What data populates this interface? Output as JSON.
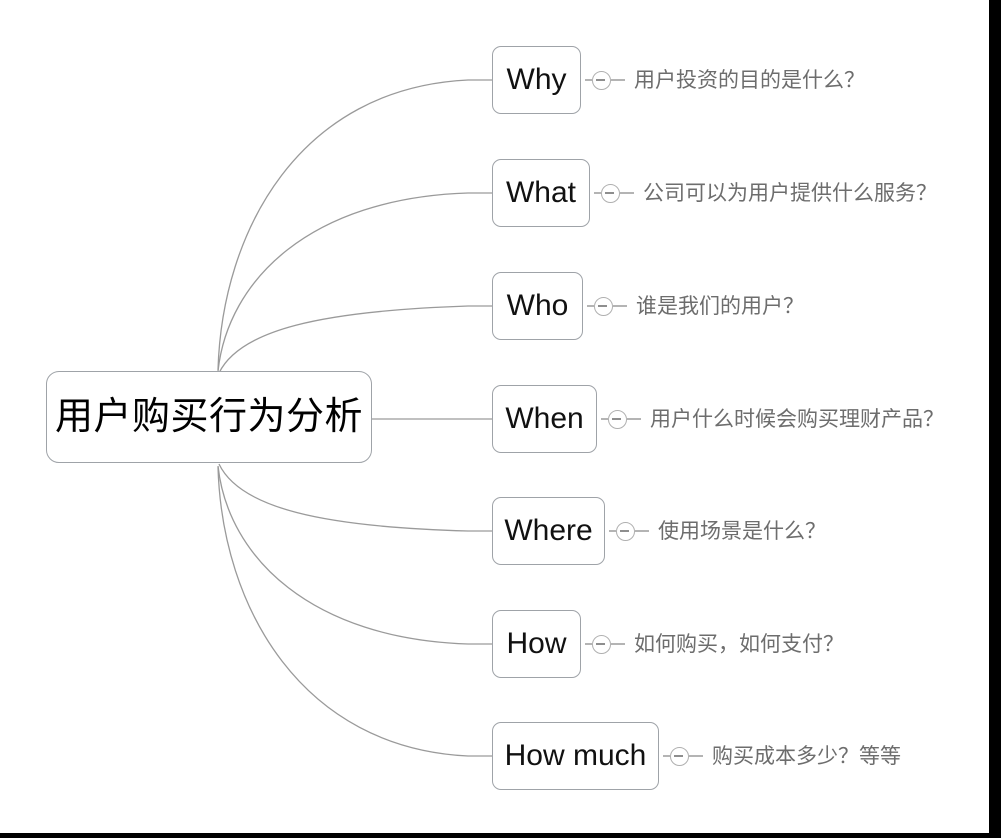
{
  "diagram": {
    "type": "mind-map",
    "title": "用户购买行为分析",
    "central_node": {
      "label": "用户购买行为分析"
    },
    "branches": [
      {
        "label": "Why",
        "description": "用户投资的目的是什么？",
        "toggle_icon": "minus-circle-icon",
        "toggle_state": "expanded"
      },
      {
        "label": "What",
        "description": "公司可以为用户提供什么服务？",
        "toggle_icon": "minus-circle-icon",
        "toggle_state": "expanded"
      },
      {
        "label": "Who",
        "description": "谁是我们的用户？",
        "toggle_icon": "minus-circle-icon",
        "toggle_state": "expanded"
      },
      {
        "label": "When",
        "description": "用户什么时候会购买理财产品？",
        "toggle_icon": "minus-circle-icon",
        "toggle_state": "expanded"
      },
      {
        "label": "Where",
        "description": "使用场景是什么？",
        "toggle_icon": "minus-circle-icon",
        "toggle_state": "expanded"
      },
      {
        "label": "How",
        "description": "如何购买，如何支付？",
        "toggle_icon": "minus-circle-icon",
        "toggle_state": "expanded"
      },
      {
        "label": "How much",
        "description": "购买成本多少？等等",
        "toggle_icon": "minus-circle-icon",
        "toggle_state": "expanded"
      }
    ],
    "colors": {
      "node_border": "#9fa3a8",
      "connector": "#9a9a9a",
      "central_text": "#000000",
      "branch_text": "#111111",
      "description_text": "#6d6d6d",
      "toggle_outline": "#b0b0b0",
      "edge_bar": "#000000",
      "background": "#ffffff"
    }
  }
}
